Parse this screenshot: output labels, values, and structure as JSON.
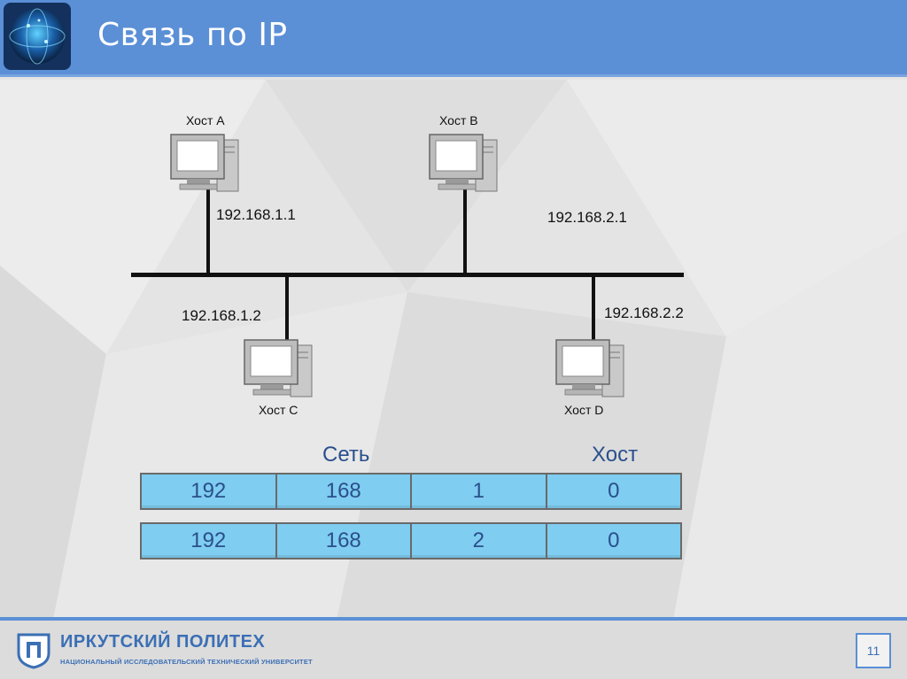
{
  "slide": {
    "title": "Связь по IP",
    "page_number": "11"
  },
  "network": {
    "hosts": [
      {
        "name": "Хост A",
        "ip": "192.168.1.1"
      },
      {
        "name": "Хост B",
        "ip": "192.168.2.1"
      },
      {
        "name": "Хост C",
        "ip": "192.168.1.2"
      },
      {
        "name": "Хост D",
        "ip": "192.168.2.2"
      }
    ]
  },
  "address_table": {
    "network_caption": "Сеть",
    "host_caption": "Хост",
    "rows": [
      [
        "192",
        "168",
        "1",
        "0"
      ],
      [
        "192",
        "168",
        "2",
        "0"
      ]
    ]
  },
  "footer": {
    "university_name": "ИРКУТСКИЙ ПОЛИТЕХ",
    "university_subtitle": "НАЦИОНАЛЬНЫЙ ИССЛЕДОВАТЕЛЬСКИЙ ТЕХНИЧЕСКИЙ УНИВЕРСИТЕТ"
  },
  "colors": {
    "header": "#5b8fd6",
    "cell_fill": "#7fcdf0",
    "caption_text": "#2a4f8c"
  }
}
